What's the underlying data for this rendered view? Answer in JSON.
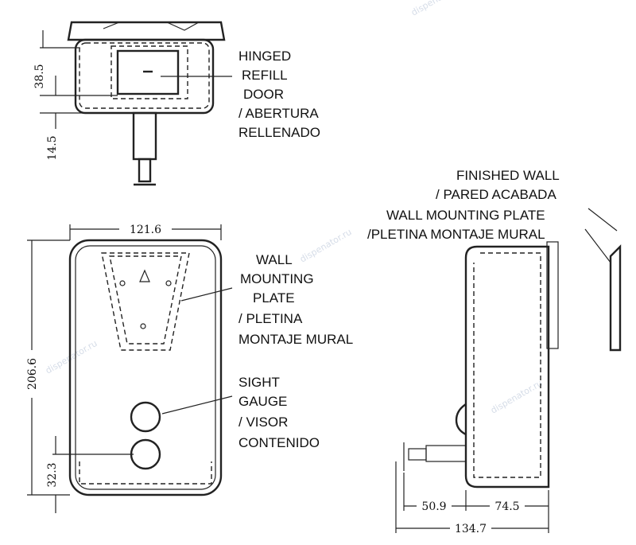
{
  "labels": {
    "refill_door": [
      "HINGED",
      "REFILL",
      "DOOR",
      "/ ABERTURA",
      "RELLENADO"
    ],
    "wall_plate_front": [
      "WALL",
      "MOUNTING",
      "PLATE",
      "/ PLETINA",
      "MONTAJE MURAL"
    ],
    "sight_gauge": [
      "SIGHT",
      "GAUGE",
      "/ VISOR",
      "CONTENIDO"
    ],
    "finished_wall": [
      "FINISHED  WALL",
      "/ PARED ACABADA"
    ],
    "wall_plate_side": [
      "WALL  MOUNTING  PLATE",
      "/PLETINA MONTAJE MURAL"
    ]
  },
  "dimensions": {
    "door_offset": "38.5",
    "nozzle_offset": "14.5",
    "width": "121.6",
    "height": "206.6",
    "gauge_offset": "32.3",
    "nozzle_length": "50.9",
    "depth": "74.5",
    "total_depth": "134.7"
  },
  "watermark": "dispenator.ru",
  "colors": {
    "line": "#222222",
    "watermark": "#d6dde8"
  }
}
